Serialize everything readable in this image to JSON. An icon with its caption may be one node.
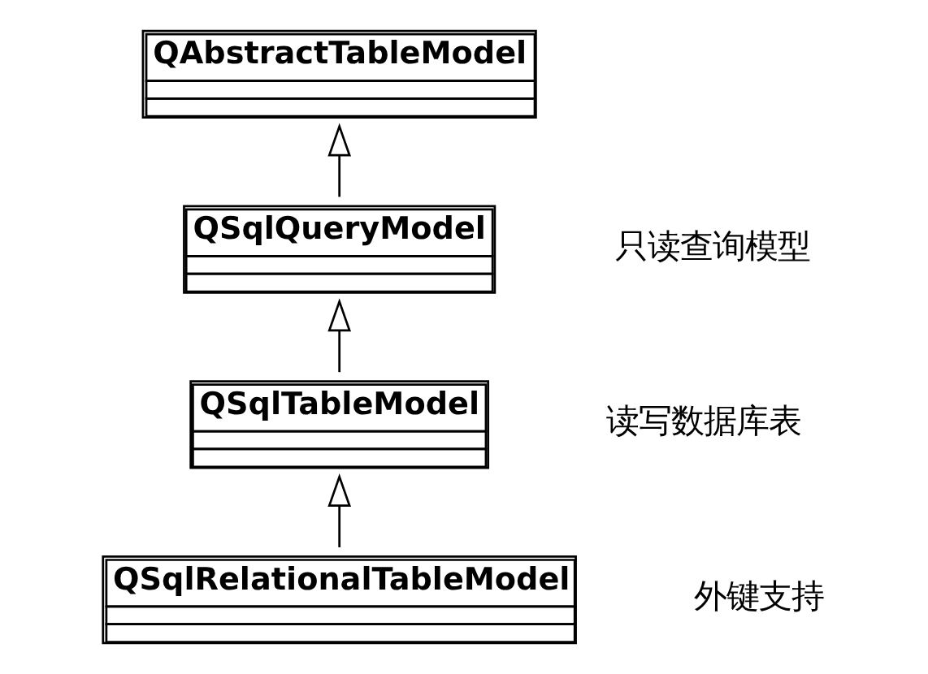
{
  "diagram": {
    "nodes": [
      {
        "text": [
          "QAbstractTableModel"
        ]
      },
      {
        "text": [
          "QSqlQueryModel"
        ],
        "beside": [
          "只读查询模型"
        ]
      },
      {
        "text": [
          "QSqlTableModel"
        ],
        "beside": [
          "读写数据库表"
        ]
      },
      {
        "text": [
          "QSqlRelationalTableModel"
        ],
        "beside": [
          "外键支持"
        ]
      }
    ],
    "edges": [
      {
        "from": 1,
        "to": 0,
        "arrow": "to"
      },
      {
        "from": 2,
        "to": 1,
        "arrow": "to"
      },
      {
        "from": 3,
        "to": 2,
        "arrow": "to"
      }
    ]
  }
}
